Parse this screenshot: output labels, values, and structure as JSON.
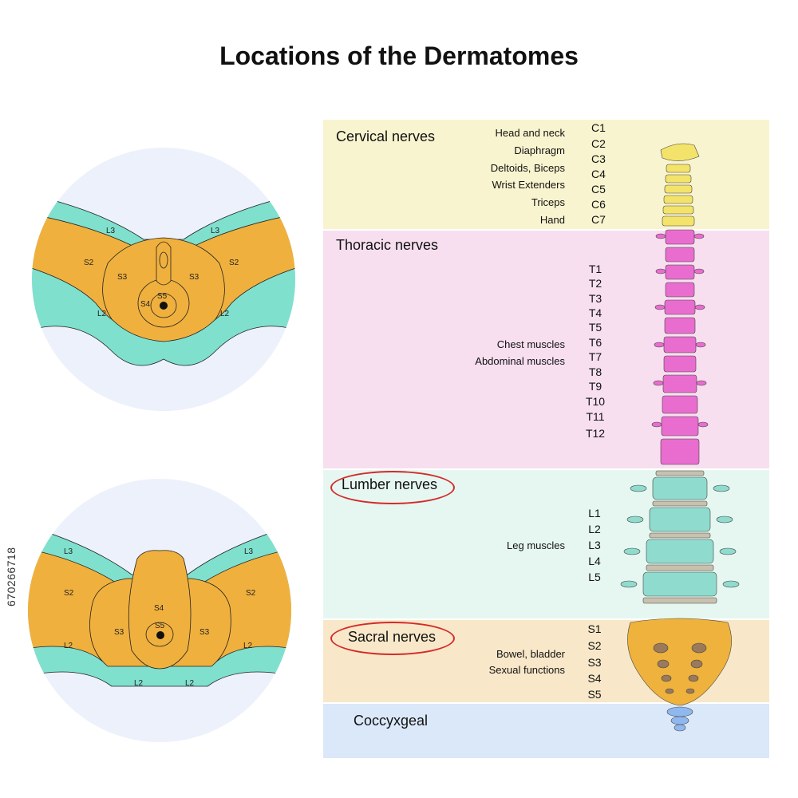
{
  "title": "Locations of the Dermatomes",
  "side_text": "670266718",
  "bands": {
    "cervical": {
      "title": "Cervical nerves",
      "color": "#f8f4cf"
    },
    "thoracic": {
      "title": "Thoracic nerves",
      "color": "#f7dff0"
    },
    "lumbar": {
      "title": "Lumber nerves",
      "color": "#e6f7f1"
    },
    "sacral": {
      "title": "Sacral nerves",
      "color": "#f8e8c9"
    },
    "coccygeal": {
      "title": "Coccyxgeal",
      "color": "#dbe8fa"
    }
  },
  "cervical_functions": [
    "Head and neck",
    "Diaphragm",
    "Deltoids, Biceps",
    "Wrist Extenders",
    "Triceps",
    "Hand"
  ],
  "cervical_nerves": [
    "C1",
    "C2",
    "C3",
    "C4",
    "C5",
    "C6",
    "C7"
  ],
  "thoracic_functions": [
    "Chest muscles",
    "Abdominal muscles"
  ],
  "thoracic_nerves": [
    "T1",
    "T2",
    "T3",
    "T4",
    "T5",
    "T6",
    "T7",
    "T8",
    "T9",
    "T10",
    "T11",
    "T12"
  ],
  "lumbar_functions": [
    "Leg muscles"
  ],
  "lumbar_nerves": [
    "L1",
    "L2",
    "L3",
    "L4",
    "L5"
  ],
  "sacral_functions": [
    "Bowel, bladder",
    "Sexual functions"
  ],
  "sacral_nerves": [
    "S1",
    "S2",
    "S3",
    "S4",
    "S5"
  ],
  "top_diagram_labels": {
    "l3_left": "L3",
    "l3_right": "L3",
    "s2_left": "S2",
    "s2_right": "S2",
    "s3_left": "S3",
    "s3_right": "S3",
    "s4": "S4",
    "s5": "S5",
    "l2_left": "L2",
    "l2_right": "L2"
  },
  "bottom_diagram_labels": {
    "l3_left": "L3",
    "l3_right": "L3",
    "s2_left": "S2",
    "s2_right": "S2",
    "s3_left": "S3",
    "s3_right": "S3",
    "s4": "S4",
    "s5": "S5",
    "l2_left": "L2",
    "l2_right": "L2",
    "l2_bottom_left": "L2",
    "l2_bottom_right": "L2"
  },
  "colors": {
    "orange": "#f0b03e",
    "teal": "#7fe0cd",
    "circle_bg": "#edf1fb",
    "cervical_vert": "#f3e36a",
    "thoracic_vert": "#e96dcf",
    "lumbar_vert": "#8fdcce",
    "disc": "#c7c1ae",
    "sacrum": "#efb23c",
    "coccyx": "#8fb8ef",
    "highlight": "#d42a2a"
  }
}
